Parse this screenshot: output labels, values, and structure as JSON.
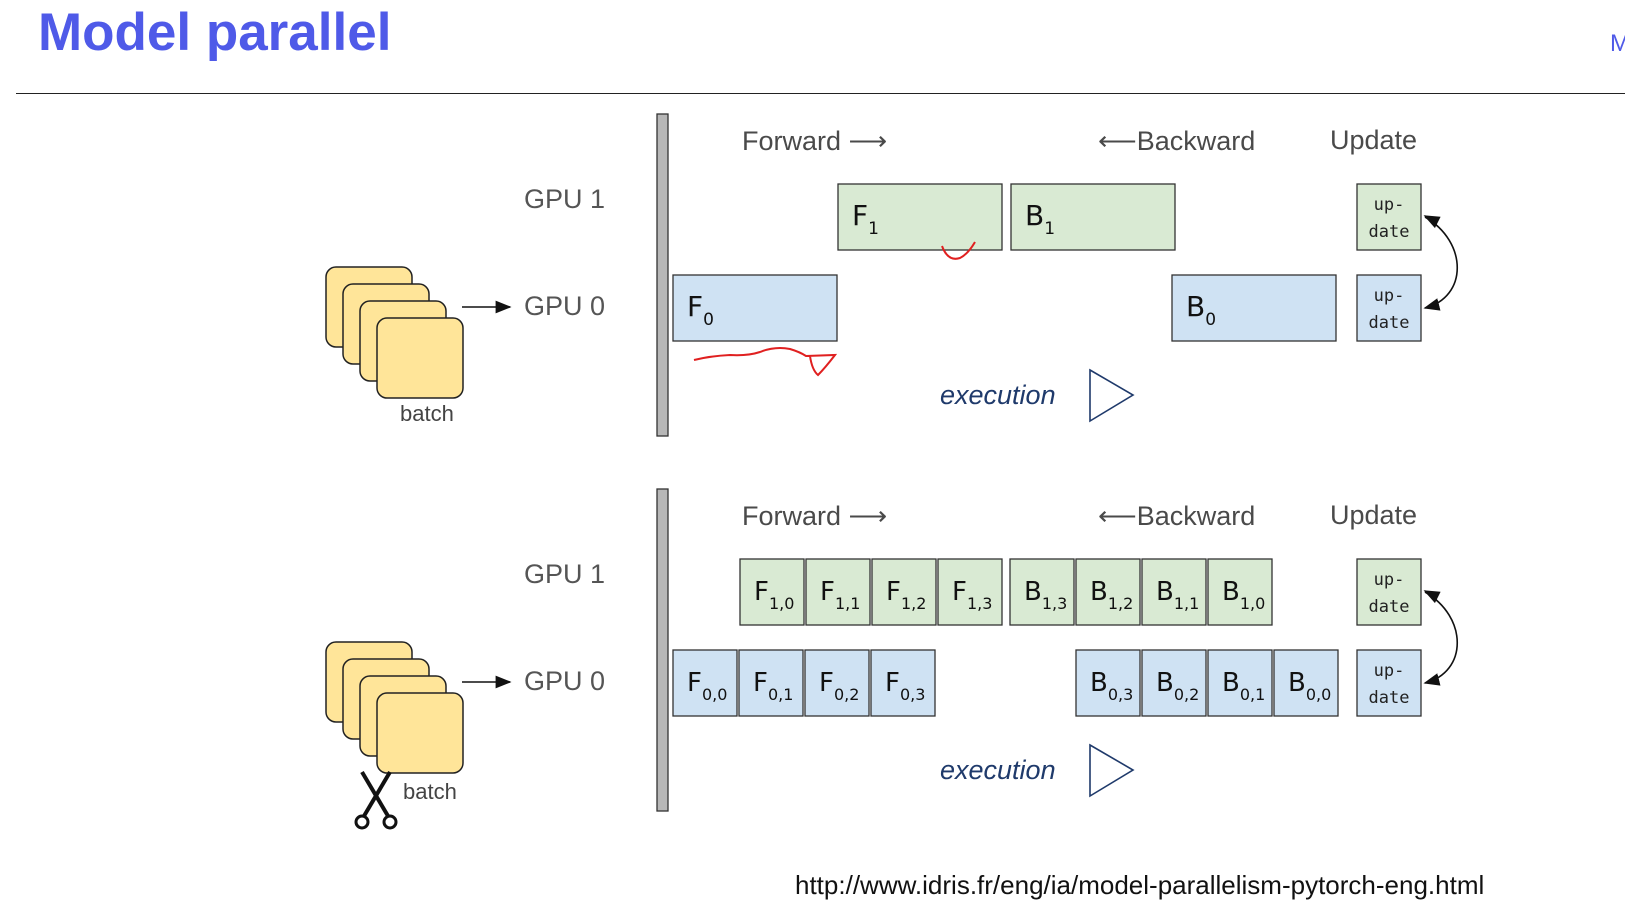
{
  "slide": {
    "title": "Model parallel",
    "corner_letter": "M",
    "source_url": "http://www.idris.fr/eng/ia/model-parallelism-pytorch-eng.html"
  },
  "diagrams": [
    {
      "headers": {
        "forward": "Forward ⟶",
        "backward": "⟵Backward",
        "update": "Update"
      },
      "gpu_labels": [
        "GPU 1",
        "GPU 0"
      ],
      "batch_label": "batch",
      "execution_label": "execution",
      "gpu1_blocks": [
        {
          "letter": "F",
          "sub": "1"
        },
        {
          "letter": "B",
          "sub": "1"
        }
      ],
      "gpu0_blocks": [
        {
          "letter": "F",
          "sub": "0"
        },
        {
          "letter": "B",
          "sub": "0"
        }
      ],
      "update_label": [
        "up-",
        "date"
      ]
    },
    {
      "headers": {
        "forward": "Forward ⟶",
        "backward": "⟵Backward",
        "update": "Update"
      },
      "gpu_labels": [
        "GPU 1",
        "GPU 0"
      ],
      "batch_label": "batch",
      "execution_label": "execution",
      "gpu1_blocks": [
        {
          "letter": "F",
          "sub": "1,0"
        },
        {
          "letter": "F",
          "sub": "1,1"
        },
        {
          "letter": "F",
          "sub": "1,2"
        },
        {
          "letter": "F",
          "sub": "1,3"
        },
        {
          "letter": "B",
          "sub": "1,3"
        },
        {
          "letter": "B",
          "sub": "1,2"
        },
        {
          "letter": "B",
          "sub": "1,1"
        },
        {
          "letter": "B",
          "sub": "1,0"
        }
      ],
      "gpu0_blocks": [
        {
          "letter": "F",
          "sub": "0,0"
        },
        {
          "letter": "F",
          "sub": "0,1"
        },
        {
          "letter": "F",
          "sub": "0,2"
        },
        {
          "letter": "F",
          "sub": "0,3"
        },
        {
          "letter": "B",
          "sub": "0,3"
        },
        {
          "letter": "B",
          "sub": "0,2"
        },
        {
          "letter": "B",
          "sub": "0,1"
        },
        {
          "letter": "B",
          "sub": "0,0"
        }
      ],
      "update_label": [
        "up-",
        "date"
      ]
    }
  ],
  "colors": {
    "gpu1_fill": "#d9ead3",
    "gpu0_fill": "#cfe2f3",
    "batch_fill": "#ffe599",
    "annotation": "#e02020"
  },
  "icons": [
    "scissors-icon",
    "play-triangle-icon"
  ]
}
